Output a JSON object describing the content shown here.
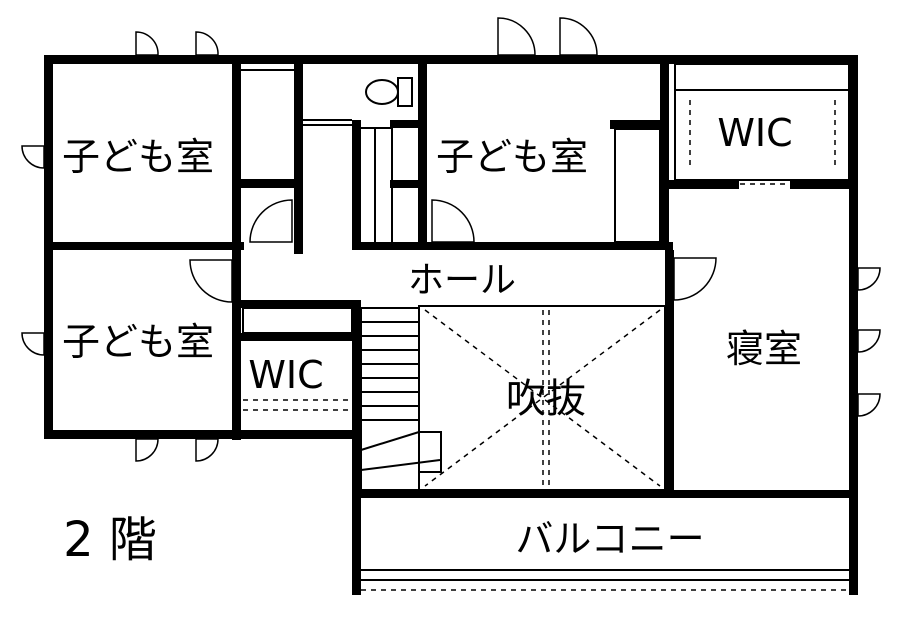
{
  "floor_label": "2 階",
  "rooms": {
    "child_room_1": "子ども室",
    "child_room_2": "子ども室",
    "child_room_3": "子ども室",
    "wic_upper": "WIC",
    "wic_lower": "WIC",
    "hall": "ホール",
    "void": "吹抜",
    "bedroom": "寝室",
    "balcony": "バルコニー"
  }
}
